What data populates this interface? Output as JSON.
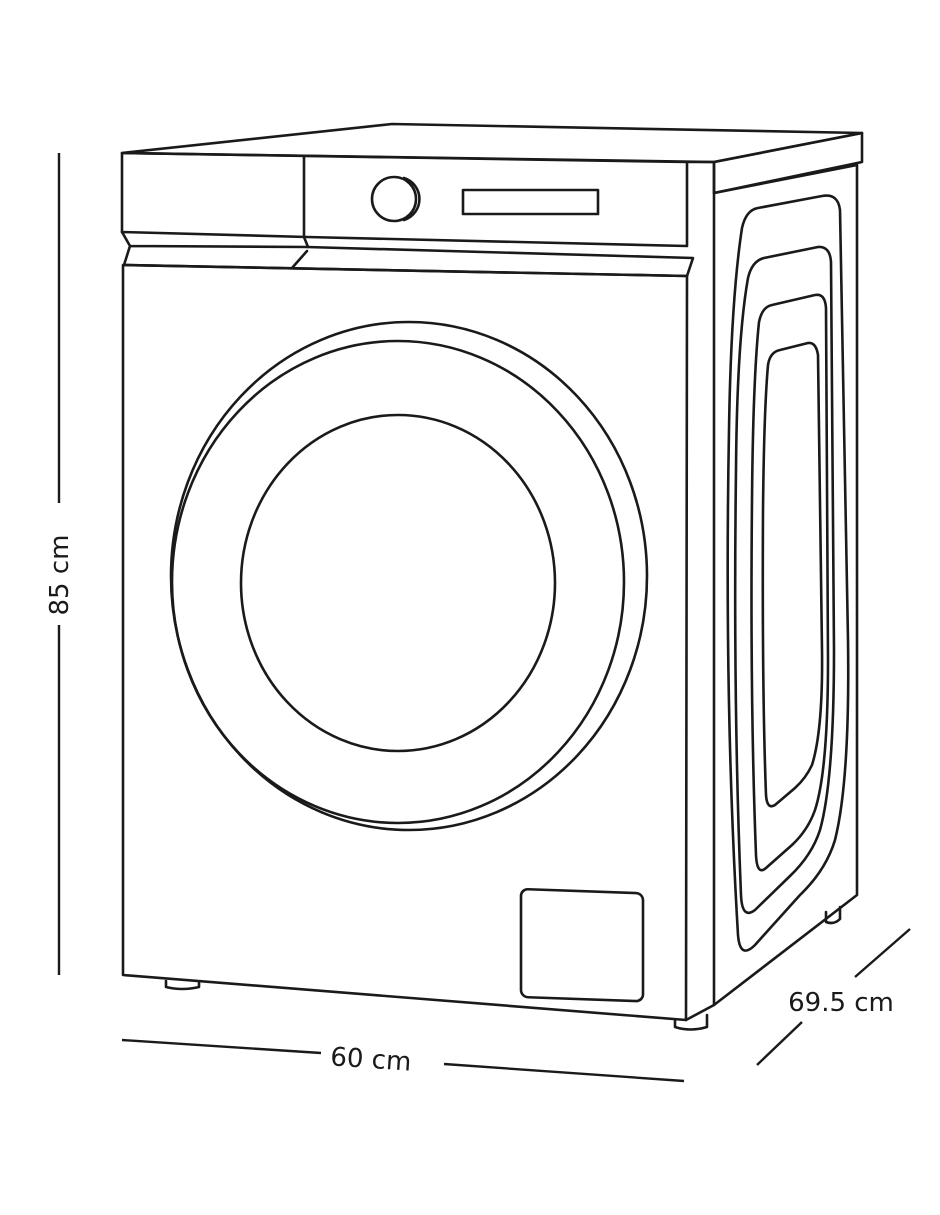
{
  "dimensions": {
    "height": "85 cm",
    "width": "60 cm",
    "depth": "69.5 cm"
  },
  "colors": {
    "line": "#1a1a1a",
    "background": "#ffffff"
  }
}
